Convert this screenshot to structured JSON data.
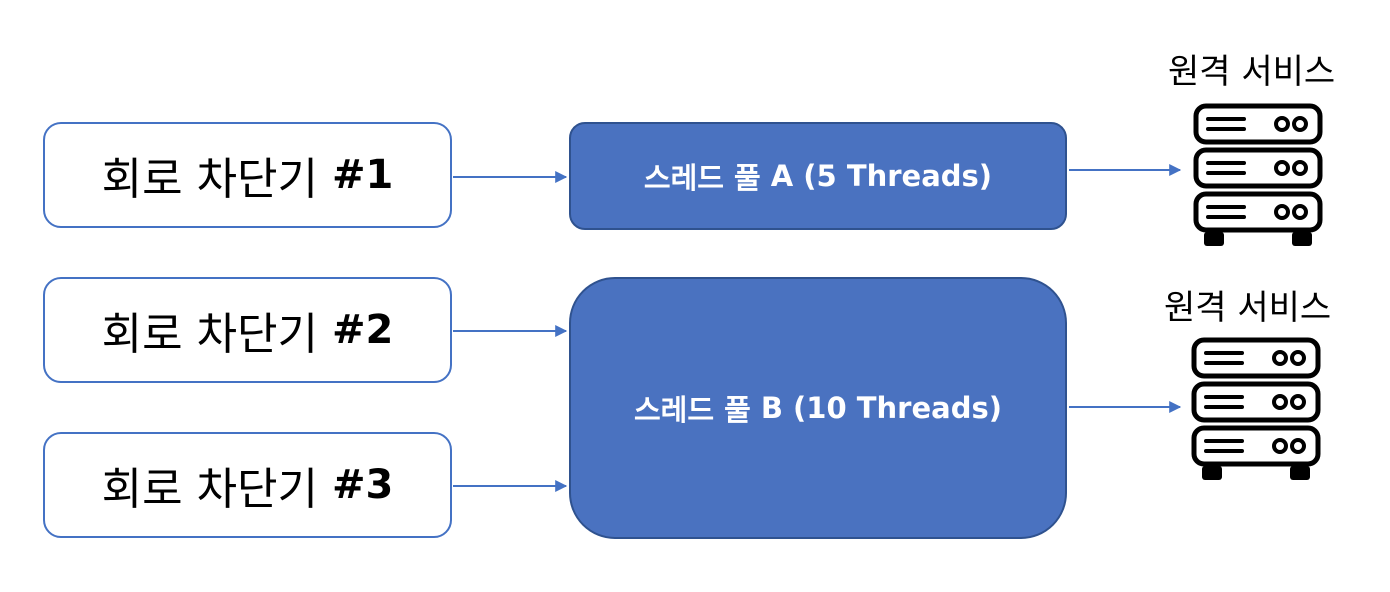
{
  "breakers": [
    {
      "label": "회로 차단기",
      "num": "#1"
    },
    {
      "label": "회로 차단기",
      "num": "#2"
    },
    {
      "label": "회로 차단기",
      "num": "#3"
    }
  ],
  "pools": [
    {
      "name": "스레드 풀",
      "detail": "A (5 Threads)"
    },
    {
      "name": "스레드 풀",
      "detail": "B (10 Threads)"
    }
  ],
  "services": [
    {
      "label": "원격 서비스",
      "icon": "server-rack-icon"
    },
    {
      "label": "원격 서비스",
      "icon": "server-rack-icon"
    }
  ],
  "colors": {
    "pool_fill": "#4a72c0",
    "pool_border": "#2f528f",
    "box_border": "#4472c4",
    "arrow": "#4472c4"
  }
}
